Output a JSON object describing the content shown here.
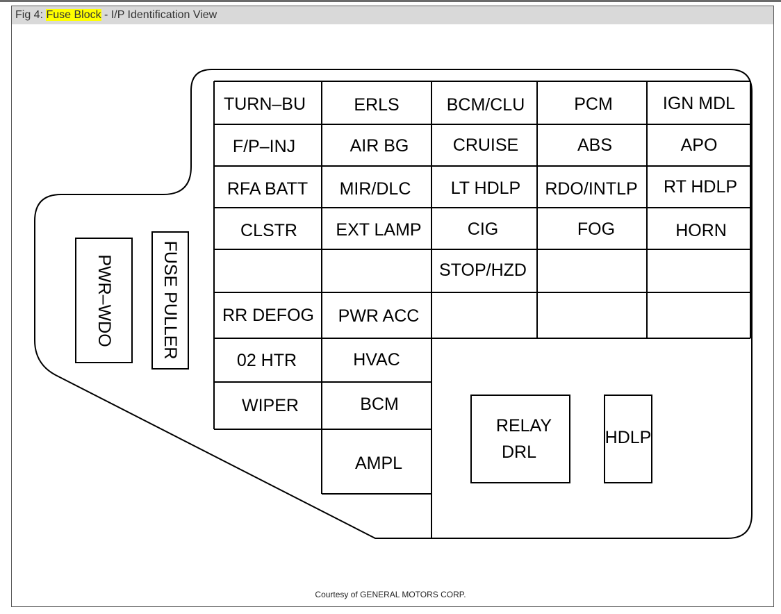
{
  "caption": {
    "prefix": "Fig 4: ",
    "highlight": "Fuse Block",
    "suffix": " - I/P Identification View",
    "highlight_color": "#ffff00"
  },
  "courtesy": "Courtesy of GENERAL MOTORS CORP.",
  "fuses": {
    "r1": [
      "TURN–BU",
      "ERLS",
      "BCM/CLU",
      "PCM",
      "IGN MDL"
    ],
    "r2": [
      "F/P–INJ",
      "AIR BG",
      "CRUISE",
      "ABS",
      "APO"
    ],
    "r3": [
      "RFA BATT",
      "MIR/DLC",
      "LT HDLP",
      "RDO/INTLP",
      "RT HDLP"
    ],
    "r4": [
      "CLSTR",
      "EXT LAMP",
      "CIG",
      "FOG",
      "HORN"
    ],
    "r5_col3": "STOP/HZD",
    "r6": [
      "RR DEFOG",
      "PWR ACC"
    ],
    "r7": [
      "02 HTR",
      "HVAC"
    ],
    "r8": [
      "WIPER",
      "BCM"
    ],
    "r9_col2": "AMPL"
  },
  "left_labels": {
    "pwr_wdo": "PWR–WDO",
    "fuse_puller": "FUSE PULLER"
  },
  "relays": {
    "relay_line1": "RELAY",
    "relay_line2": "DRL",
    "hdlp": "HDLP"
  }
}
